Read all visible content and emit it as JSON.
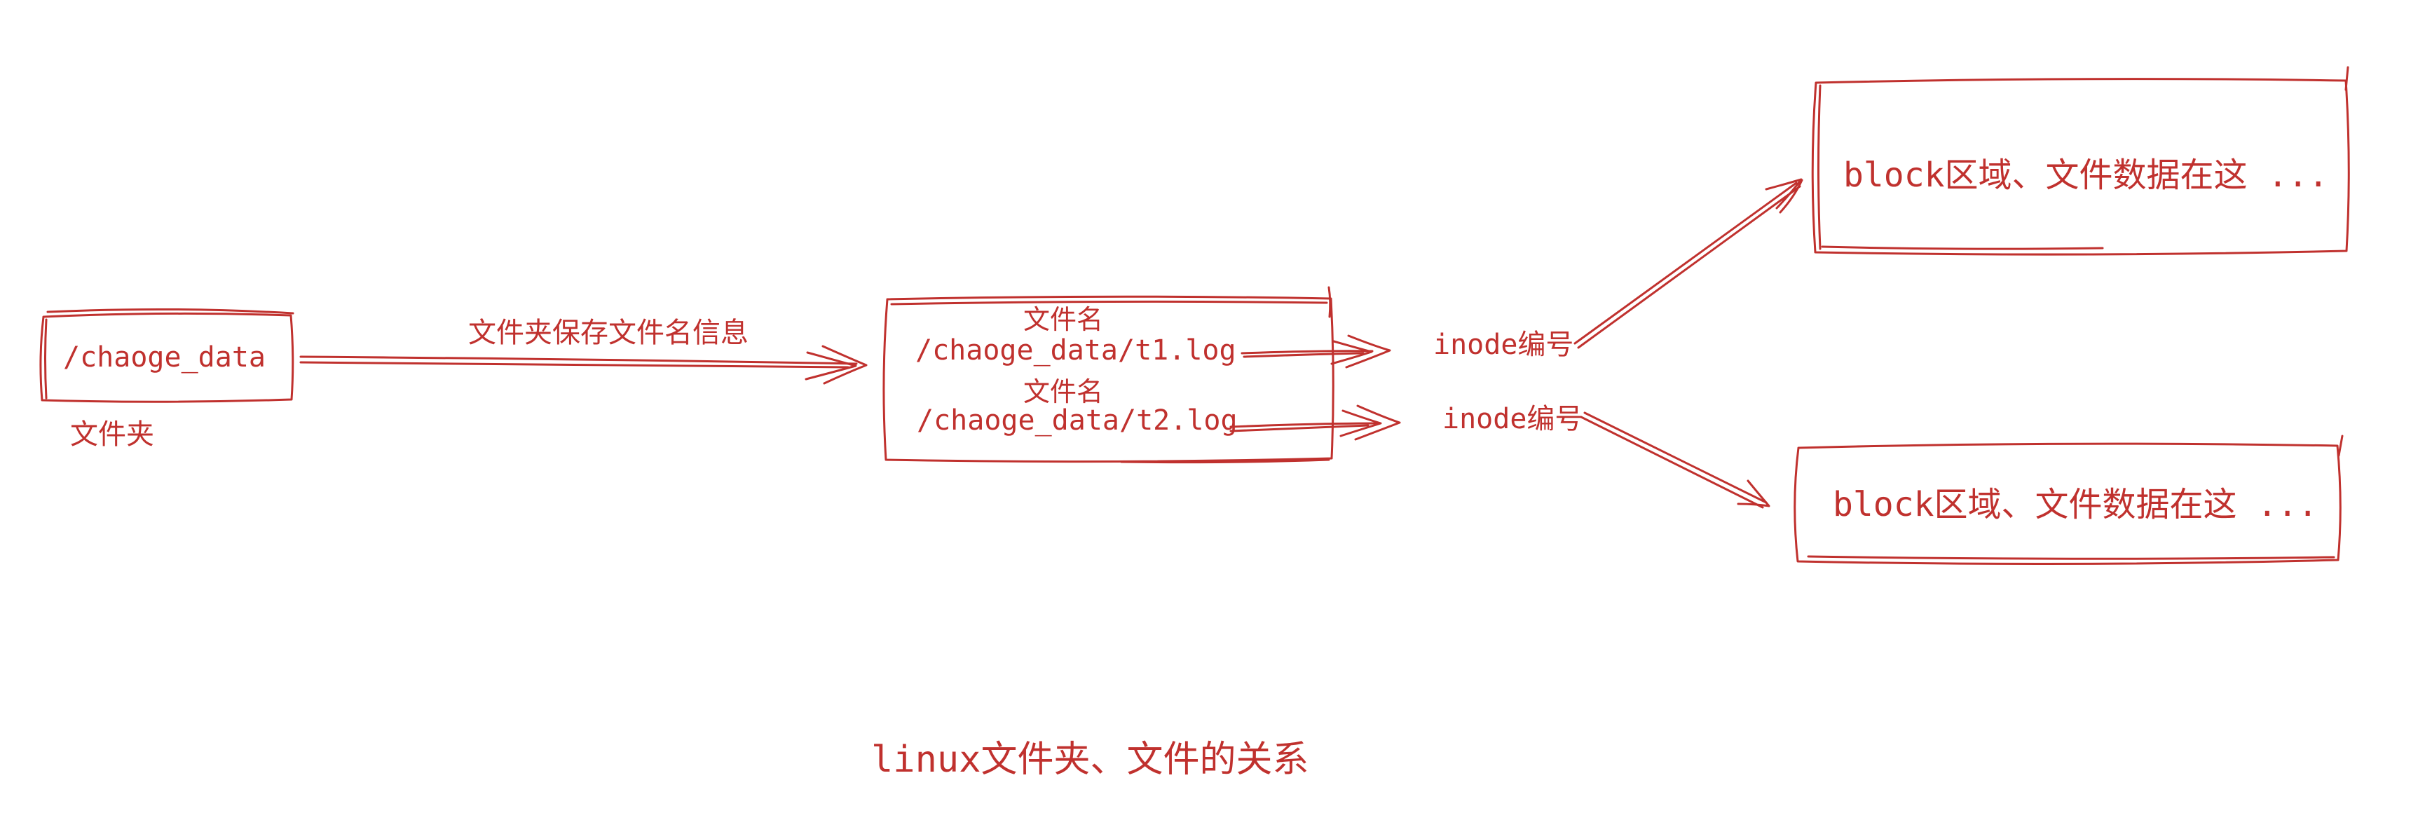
{
  "colors": {
    "ink": "#c0312e",
    "background": "#ffffff"
  },
  "title": "linux文件夹、文件的关系",
  "folder": {
    "path": "/chaoge_data",
    "caption": "文件夹"
  },
  "main_arrow_label": "文件夹保存文件名信息",
  "files_box": {
    "entries": [
      {
        "caption": "文件名",
        "path": "/chaoge_data/t1.log"
      },
      {
        "caption": "文件名",
        "path": "/chaoge_data/t2.log"
      }
    ]
  },
  "inodes": [
    {
      "label": "inode编号"
    },
    {
      "label": "inode编号"
    }
  ],
  "blocks": [
    {
      "label": "block区域、文件数据在这 ..."
    },
    {
      "label": "block区域、文件数据在这 ..."
    }
  ]
}
